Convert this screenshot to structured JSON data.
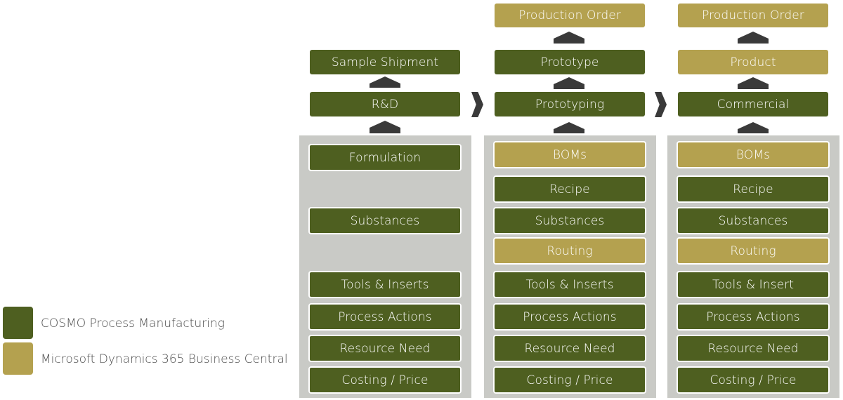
{
  "colors": {
    "cosmo": "#4e5f20",
    "dynamics": "#b4a14f",
    "panel": "#c9cac6",
    "arrow": "#3a3a3a"
  },
  "legend": [
    {
      "label": "COSMO Process Manufacturing",
      "color": "cosmo"
    },
    {
      "label": "Microsoft Dynamics 365 Business Central",
      "color": "dynamics"
    }
  ],
  "columns": [
    {
      "id": "rd",
      "top": [
        {
          "label": "Sample Shipment",
          "color": "cosmo"
        },
        {
          "label": "R&D",
          "color": "cosmo"
        }
      ],
      "items": [
        {
          "label": "Formulation",
          "color": "cosmo"
        },
        {
          "label": "Substances",
          "color": "cosmo"
        },
        {
          "label": "Tools & Inserts",
          "color": "cosmo"
        },
        {
          "label": "Process Actions",
          "color": "cosmo"
        },
        {
          "label": "Resource Need",
          "color": "cosmo"
        },
        {
          "label": "Costing / Price",
          "color": "cosmo"
        }
      ]
    },
    {
      "id": "prototyping",
      "top": [
        {
          "label": "Production Order",
          "color": "dynamics"
        },
        {
          "label": "Prototype",
          "color": "cosmo"
        },
        {
          "label": "Prototyping",
          "color": "cosmo"
        }
      ],
      "items": [
        {
          "label": "BOMs",
          "color": "dynamics"
        },
        {
          "label": "Recipe",
          "color": "cosmo"
        },
        {
          "label": "Substances",
          "color": "cosmo"
        },
        {
          "label": "Routing",
          "color": "dynamics"
        },
        {
          "label": "Tools & Inserts",
          "color": "cosmo"
        },
        {
          "label": "Process Actions",
          "color": "cosmo"
        },
        {
          "label": "Resource Need",
          "color": "cosmo"
        },
        {
          "label": "Costing / Price",
          "color": "cosmo"
        }
      ]
    },
    {
      "id": "commercial",
      "top": [
        {
          "label": "Production Order",
          "color": "dynamics"
        },
        {
          "label": "Product",
          "color": "dynamics"
        },
        {
          "label": "Commercial",
          "color": "cosmo"
        }
      ],
      "items": [
        {
          "label": "BOMs",
          "color": "dynamics"
        },
        {
          "label": "Recipe",
          "color": "cosmo"
        },
        {
          "label": "Substances",
          "color": "cosmo"
        },
        {
          "label": "Routing",
          "color": "dynamics"
        },
        {
          "label": "Tools & Insert",
          "color": "cosmo"
        },
        {
          "label": "Process Actions",
          "color": "cosmo"
        },
        {
          "label": "Resource Need",
          "color": "cosmo"
        },
        {
          "label": "Costing / Price",
          "color": "cosmo"
        }
      ]
    }
  ]
}
